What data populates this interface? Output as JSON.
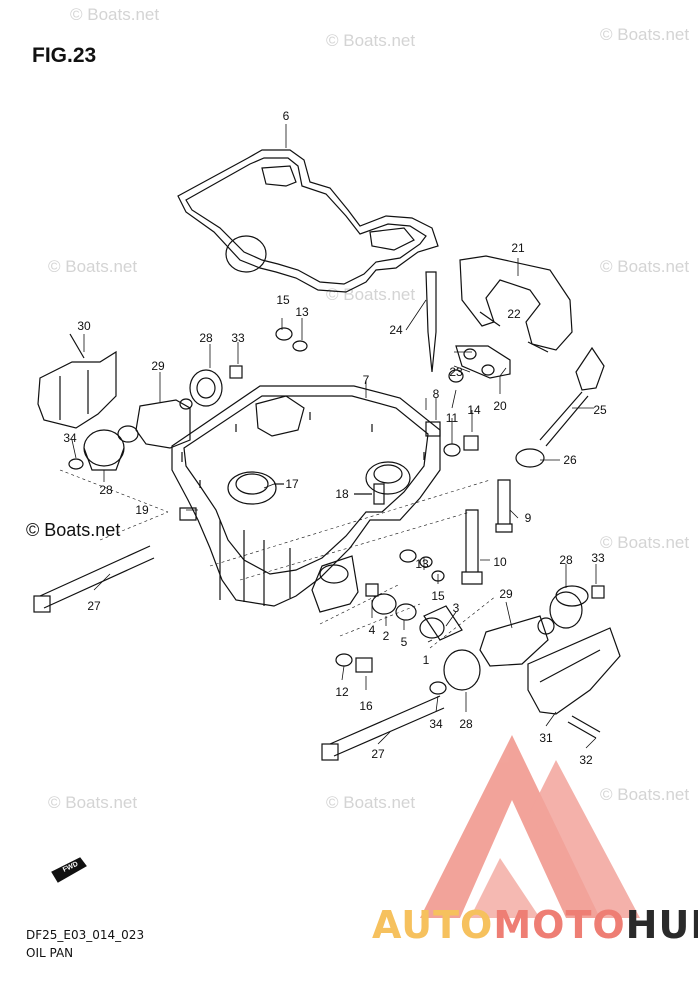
{
  "figure": {
    "title": "FIG.23",
    "code": "DF25_E03_014_023",
    "name": "OIL PAN"
  },
  "watermark": {
    "text": "© Boats.net",
    "prominent_text": "© Boats.net"
  },
  "brand_logo": {
    "text_part1": "AUTO",
    "text_part2": "MOTO",
    "text_part3": "HUB",
    "color_part1": "#f6c15e",
    "color_part2": "#ee7e74",
    "color_part3": "#2a2a2a",
    "triangle_color": "#ee8a80"
  },
  "fwd_arrow": {
    "label": "FWD"
  },
  "callouts": [
    "6",
    "21",
    "15",
    "13",
    "24",
    "22",
    "30",
    "28",
    "33",
    "29",
    "7",
    "23",
    "20",
    "25",
    "8",
    "11",
    "14",
    "34",
    "26",
    "28",
    "17",
    "18",
    "19",
    "9",
    "27",
    "10",
    "28",
    "33",
    "13",
    "15",
    "3",
    "4",
    "2",
    "5",
    "1",
    "29",
    "12",
    "16",
    "34",
    "28",
    "27",
    "31",
    "32"
  ]
}
